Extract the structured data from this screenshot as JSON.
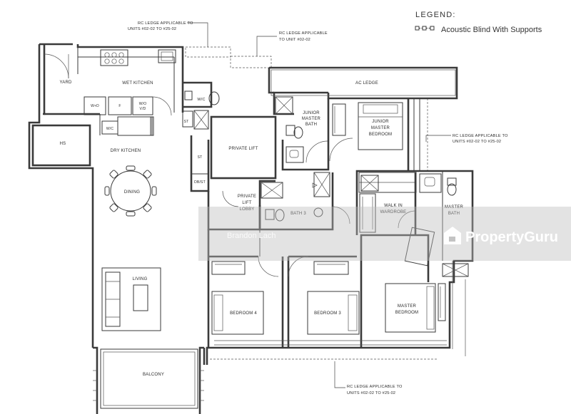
{
  "legend": {
    "title": "LEGEND:",
    "items": [
      {
        "symbol": "acoustic-blind-symbol",
        "label": "Acoustic Blind With Supports"
      }
    ]
  },
  "rooms": {
    "yard": "YARD",
    "wet_kitchen": "WET KITCHEN",
    "hs": "HS",
    "dry_kitchen": "DRY KITCHEN",
    "dining": "DINING",
    "living": "LIVING",
    "balcony": "BALCONY",
    "wc": "W/C",
    "private_lift": "PRIVATE LIFT",
    "private_lift_lobby": [
      "PRIVATE",
      "LIFT",
      "LOBBY"
    ],
    "jr_master_bath": [
      "JUNIOR",
      "MASTER",
      "BATH"
    ],
    "jr_master_bedroom": [
      "JUNIOR",
      "MASTER",
      "BEDROOM"
    ],
    "ac_ledge": "AC LEDGE",
    "bath3": "BATH 3",
    "walk_in_wardrobe": [
      "WALK IN",
      "WARDROBE"
    ],
    "master_bath": [
      "MASTER",
      "BATH"
    ],
    "bedroom4": "BEDROOM 4",
    "bedroom3": "BEDROOM 3",
    "master_bedroom": [
      "MASTER",
      "BEDROOM"
    ]
  },
  "fixtures": {
    "wd": "W+D",
    "f": "F",
    "wo_vd": [
      "W/O",
      "V/D"
    ],
    "wc_small": "W/C",
    "st1": "ST",
    "st2": "ST",
    "db_st": "DB/ST"
  },
  "notes": {
    "top_left": [
      "RC LEDGE APPLICABLE TO",
      "UNITS #02-02 TO #25-02"
    ],
    "top_mid": [
      "RC LEDGE APPLICABLE",
      "TO UNIT #02-02"
    ],
    "right": [
      "RC LEDGE APPLICABLE TO",
      "UNITS #02-02 TO #25-02"
    ],
    "bottom": [
      "RC LEDGE APPLICABLE TO",
      "UNITS #02-02 TO #25-02"
    ]
  },
  "watermark": {
    "brand": "PropertyGuru",
    "agent_text": "Brandon Lach"
  },
  "colors": {
    "line": "#3a3a3a",
    "watermark_band": "#bdbdbd"
  }
}
